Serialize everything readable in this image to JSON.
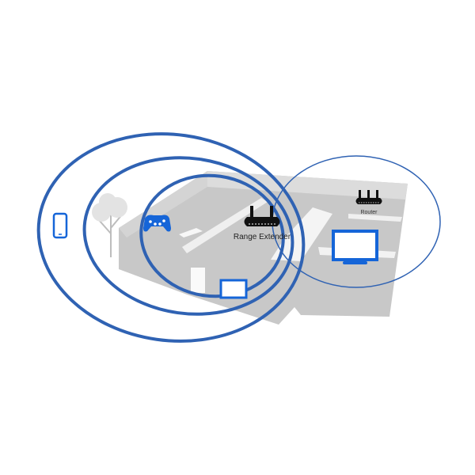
{
  "labels": {
    "range_extender": "Range Extender",
    "router": "Router"
  },
  "devices": [
    "smartphone",
    "game-controller",
    "tablet",
    "television"
  ],
  "colors": {
    "signal": "#2f62b3",
    "device": "#1565d8",
    "floor": "#c9c9c9",
    "wall": "#e6e6e6",
    "icon": "#111111"
  }
}
